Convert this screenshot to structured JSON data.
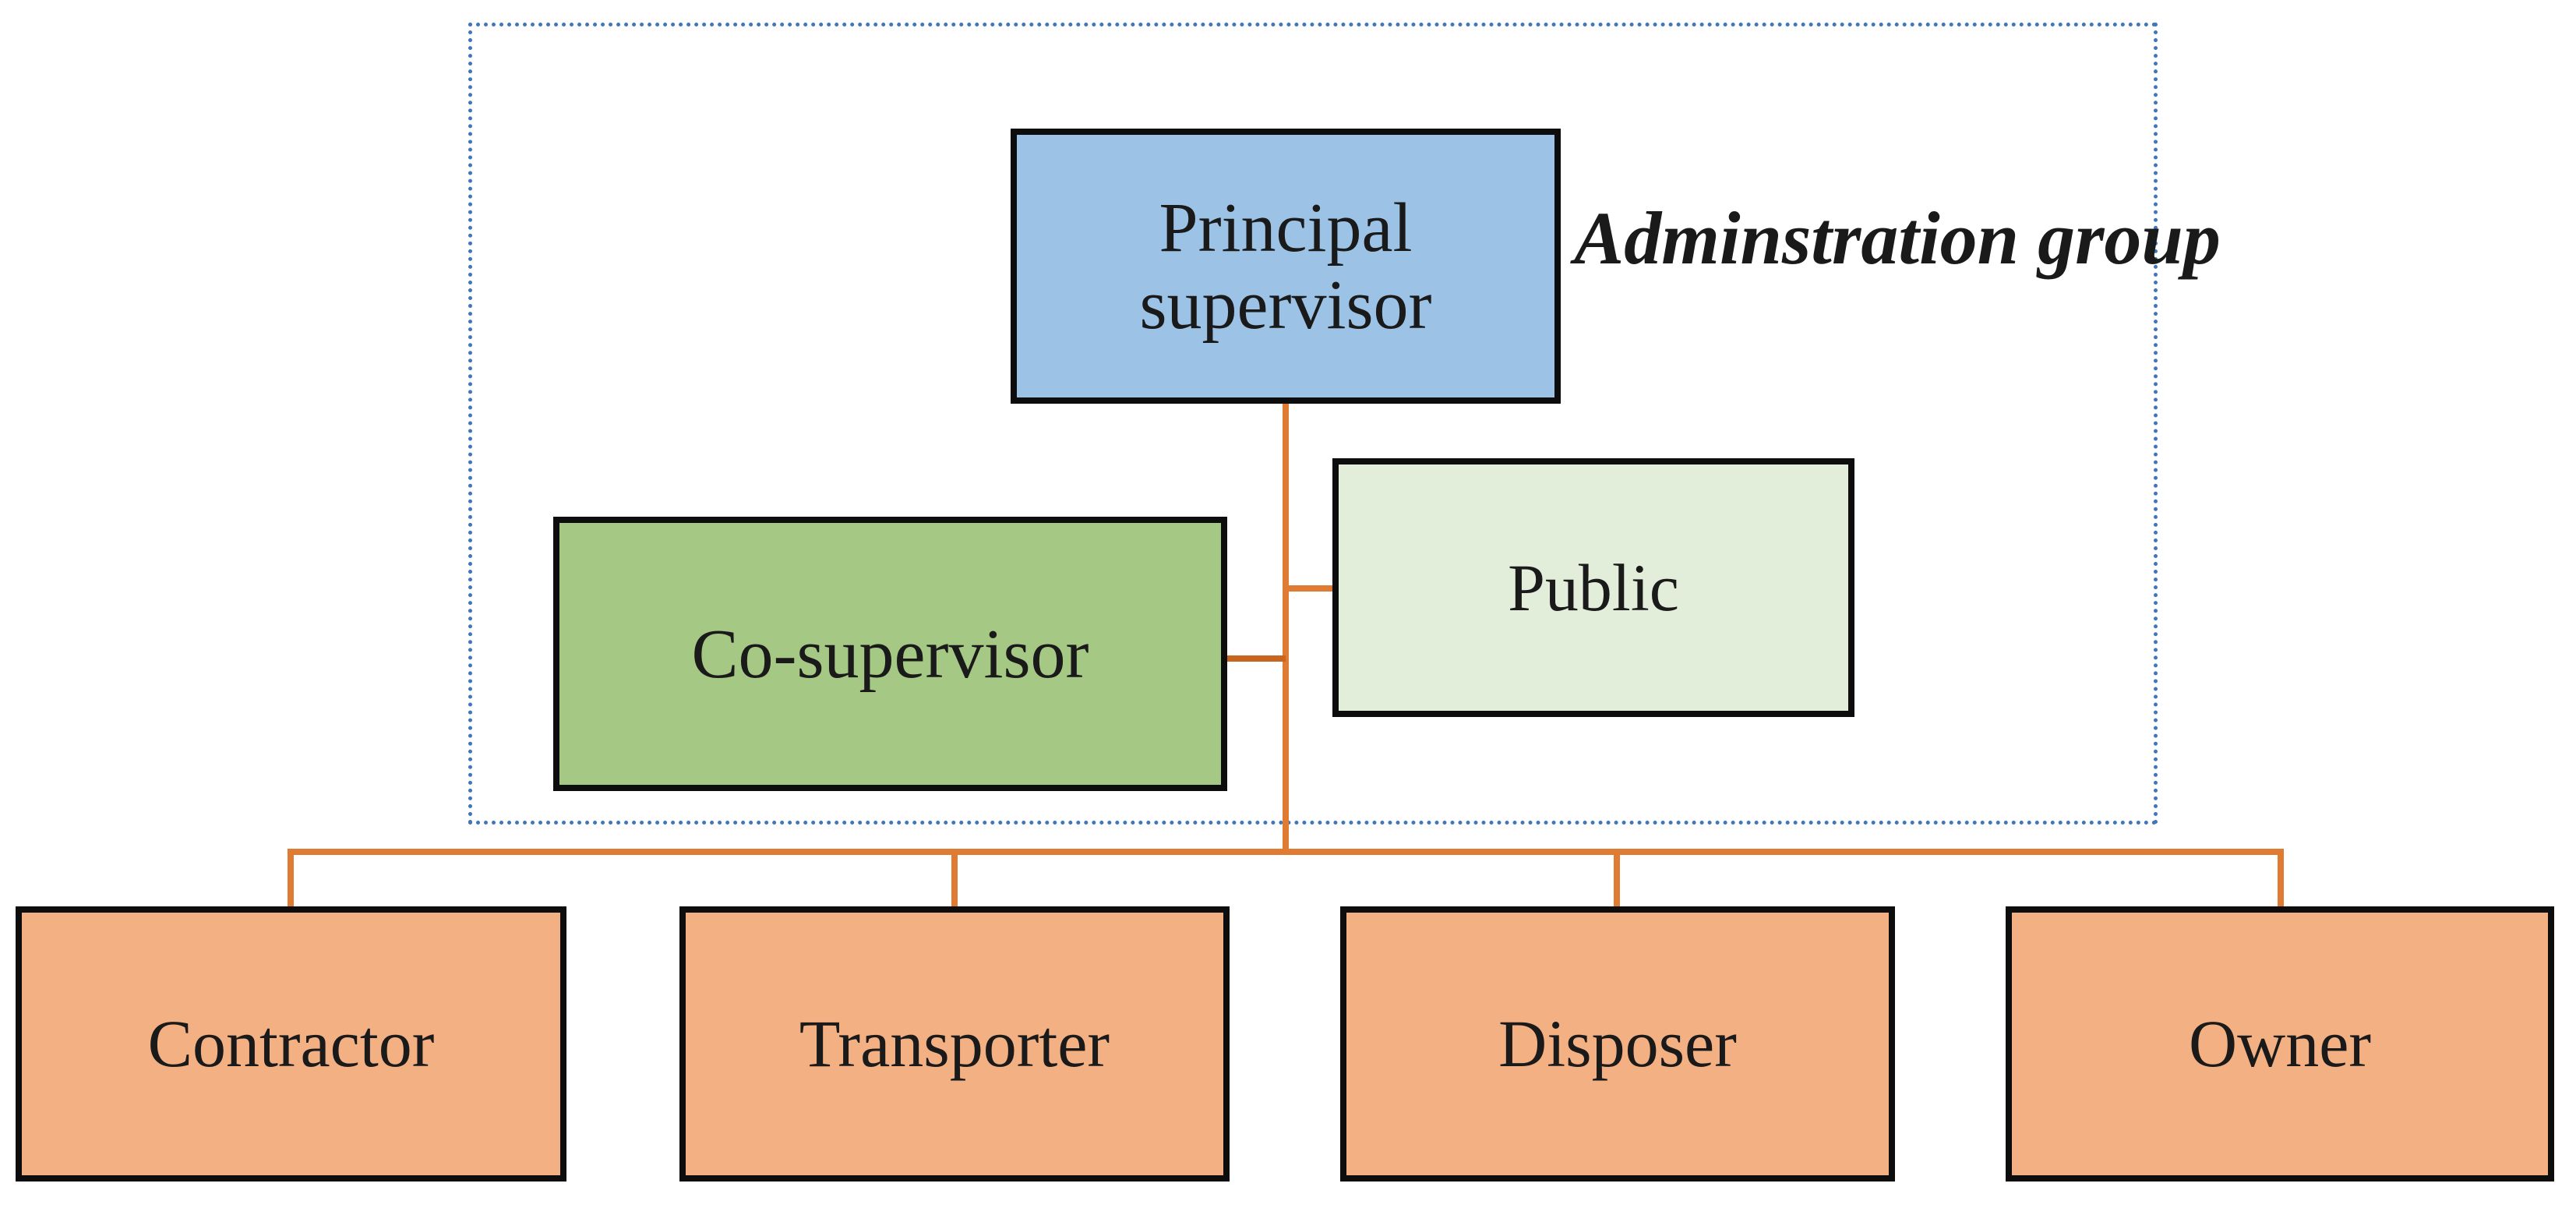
{
  "diagram": {
    "background_color": "#ffffff",
    "text_color": "#1a1a1a",
    "node_border_color": "#0d0d0d",
    "connector_color": "#df7b33",
    "connector_dark_color": "#c8651e",
    "admin_group": {
      "label": "Adminstration group",
      "line1": "Adminstration",
      "line2": "group",
      "border_color": "#3f76bc",
      "border_style": "dotted",
      "members": [
        "principal_supervisor",
        "co_supervisor",
        "public"
      ]
    },
    "nodes": {
      "principal_supervisor": {
        "label": "Principal supervisor",
        "fill": "#9cc3e6"
      },
      "co_supervisor": {
        "label": "Co-supervisor",
        "fill": "#a5c884"
      },
      "public": {
        "label": "Public",
        "fill": "#e2eeda"
      },
      "contractor": {
        "label": "Contractor",
        "fill": "#f3b083"
      },
      "transporter": {
        "label": "Transporter",
        "fill": "#f3b083"
      },
      "disposer": {
        "label": "Disposer",
        "fill": "#f3b083"
      },
      "owner": {
        "label": "Owner",
        "fill": "#f3b083"
      }
    },
    "edges": [
      {
        "from": "principal_supervisor",
        "to": "public"
      },
      {
        "from": "principal_supervisor",
        "to": "co_supervisor"
      },
      {
        "from": "principal_supervisor",
        "to": "contractor"
      },
      {
        "from": "principal_supervisor",
        "to": "transporter"
      },
      {
        "from": "principal_supervisor",
        "to": "disposer"
      },
      {
        "from": "principal_supervisor",
        "to": "owner"
      }
    ]
  }
}
